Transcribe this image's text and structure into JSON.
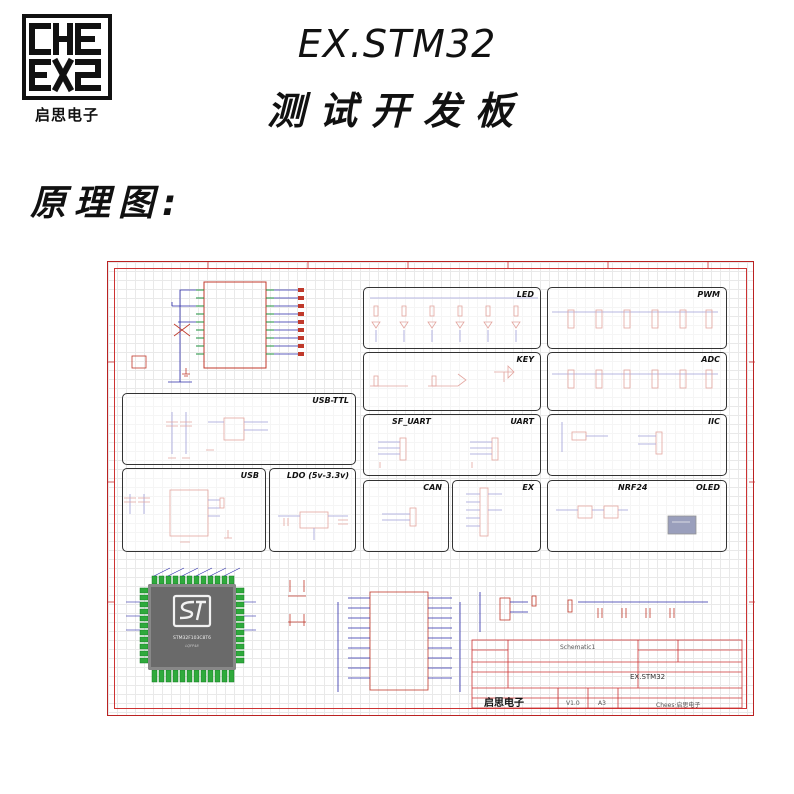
{
  "logo": {
    "text": "启思电子"
  },
  "title": {
    "main": "EX.STM32",
    "sub": "测试开发板"
  },
  "section": {
    "title": "原理图:"
  },
  "panels": {
    "usb_ttl": "USB-TTL",
    "usb": "USB",
    "ldo": "LDO (5v-3.3v)",
    "led": "LED",
    "key": "KEY",
    "sf_uart": "SF_UART",
    "uart": "UART",
    "can": "CAN",
    "ex": "EX",
    "pwm": "PWM",
    "adc": "ADC",
    "iic": "IIC",
    "nrf24": "NRF24",
    "oled": "OLED"
  },
  "chip": {
    "line1": "STM32F103C8T6",
    "line2": "LQFP48"
  },
  "title_block": {
    "sheet_name": "Schematic1",
    "project": "EX.STM32",
    "version": "V1.0",
    "size": "A3",
    "company": "Chees·启思电子",
    "brand": "启思电子"
  },
  "colors": {
    "frame": "#b22222",
    "wire": "#2a2aa8",
    "part": "#c0392b",
    "pin": "#1a8f3a",
    "panel_border": "#333333"
  }
}
